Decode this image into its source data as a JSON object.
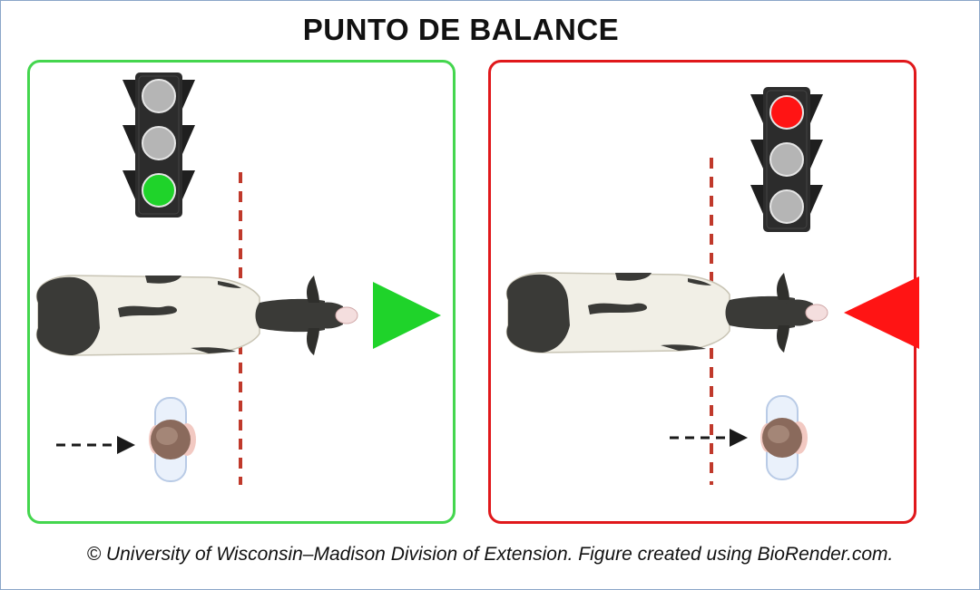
{
  "title": "PUNTO DE BALANCE",
  "caption": "© University of Wisconsin–Madison Division of Extension. Figure created using BioRender.com.",
  "panels": [
    {
      "id": "go",
      "border_color": "#44d64e",
      "active_light": "green",
      "light_color": "#1fd32a",
      "direction_arrow": "forward"
    },
    {
      "id": "stop",
      "border_color": "#e0181b",
      "active_light": "red",
      "light_color": "#ff1414",
      "direction_arrow": "backward"
    }
  ],
  "colors": {
    "balance_line": "#c0392b",
    "inactive_light": "#b5b5b5",
    "traffic_light_body": "#2c2c2c",
    "cow_white": "#f1efe6",
    "cow_black": "#3a3a37",
    "handler_hair": "#8a6a5c"
  },
  "icons": [
    "traffic-light-icon",
    "cow-icon",
    "handler-icon",
    "arrow-icon"
  ]
}
